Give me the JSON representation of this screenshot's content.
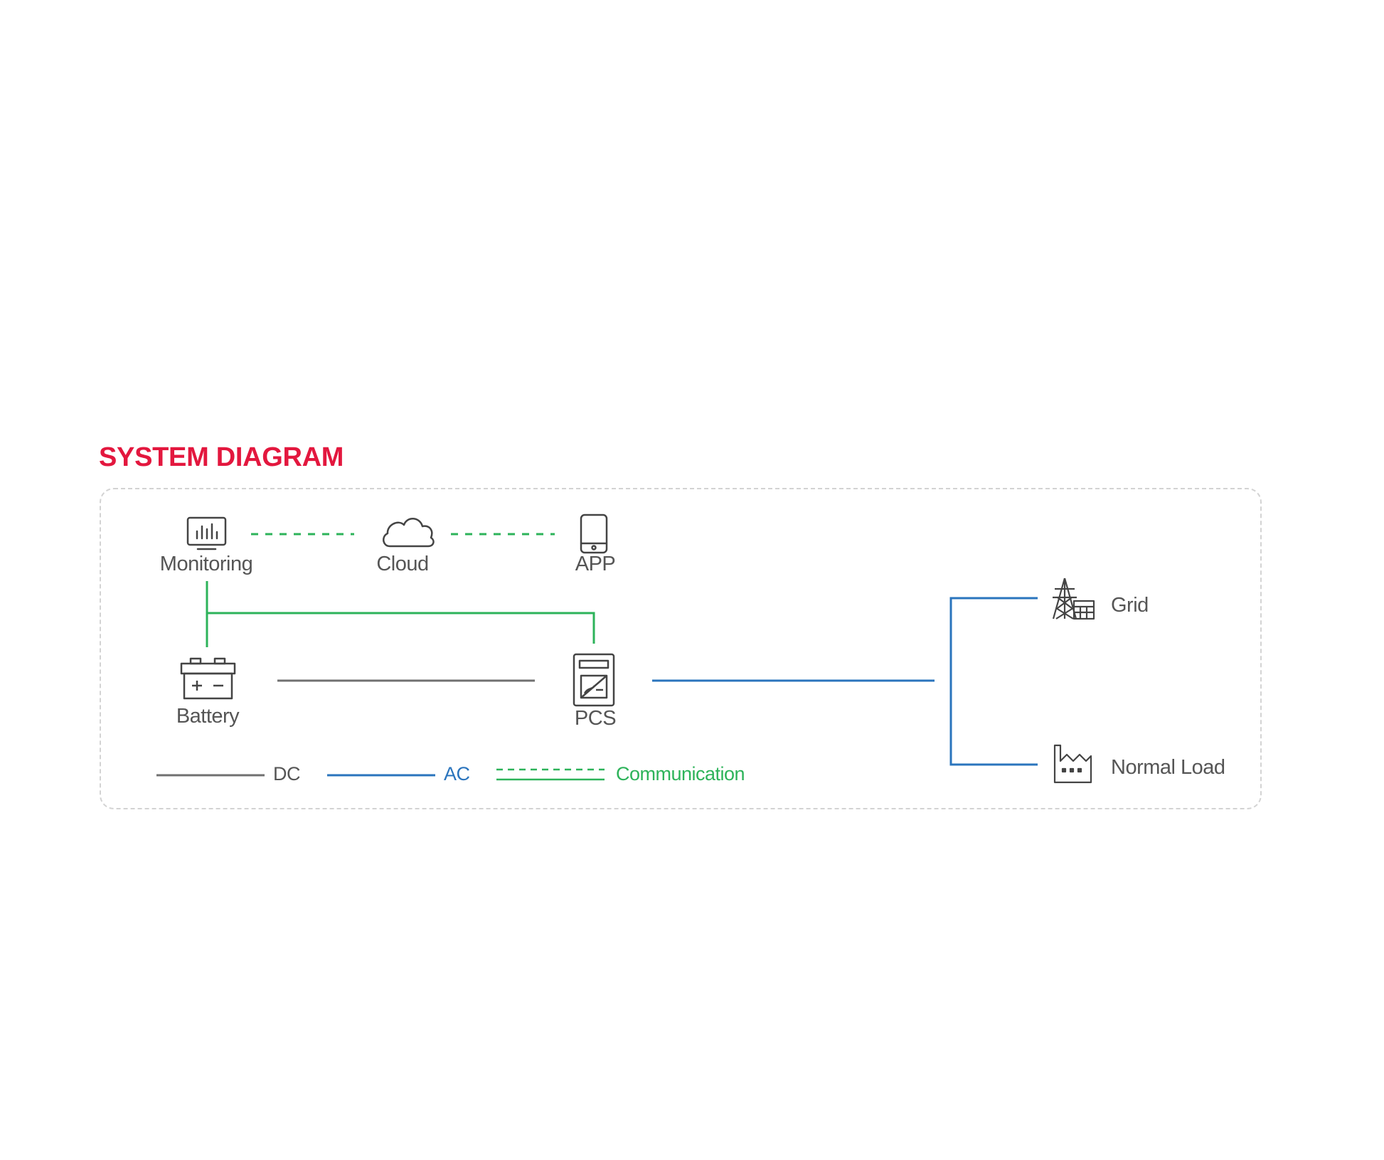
{
  "title": "SYSTEM DIAGRAM",
  "nodes": {
    "monitoring": "Monitoring",
    "cloud": "Cloud",
    "app": "APP",
    "battery": "Battery",
    "pcs": "PCS",
    "grid": "Grid",
    "normal_load": "Normal Load"
  },
  "legend": {
    "dc": "DC",
    "ac": "AC",
    "communication": "Communication"
  },
  "colors": {
    "title": "#e3173e",
    "dc": "#707070",
    "ac": "#2a74bd",
    "communication": "#2db35a",
    "icon": "#444444"
  },
  "icons": {
    "monitoring": "monitor-chart-icon",
    "cloud": "cloud-icon",
    "app": "smartphone-icon",
    "battery": "battery-icon",
    "pcs": "inverter-icon",
    "grid": "power-tower-icon",
    "normal_load": "factory-icon"
  }
}
